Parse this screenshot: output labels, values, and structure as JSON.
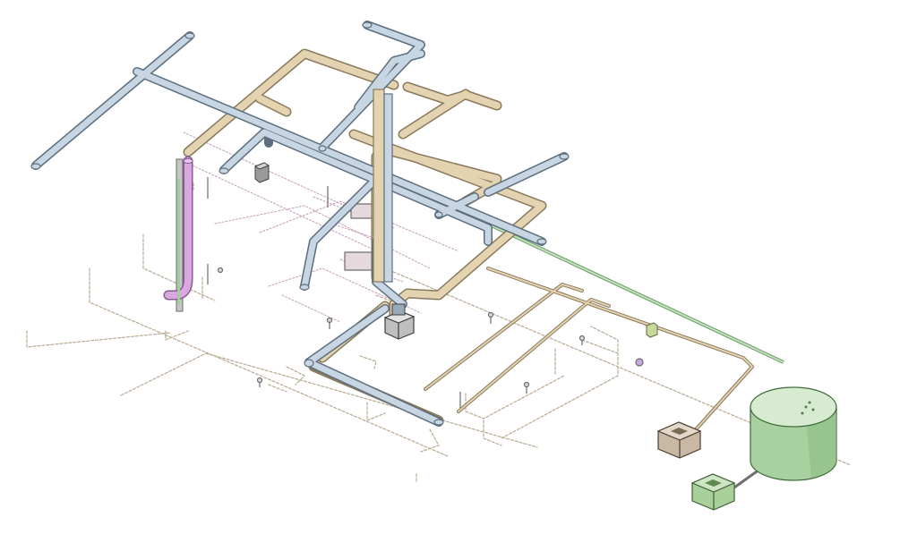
{
  "colors": {
    "background": "#ffffff",
    "supply_duct_fill": "#c8d6e3",
    "supply_duct_edge": "#5d6f7e",
    "return_duct_fill": "#e3d3b0",
    "return_duct_edge": "#8a7a5c",
    "vent_pipe": "#d9a8e0",
    "gas_line": "#9fcf9a",
    "plumbing_dashed": "#b9a98f",
    "waterline_dashed": "#c79ab8",
    "tank_fill": "#b8d9b0",
    "tank_edge": "#4f7f4a",
    "pit_tan": "#d3c4b0",
    "pit_green": "#b6d8a8",
    "equipment": "#bfbfbf"
  },
  "components": [
    {
      "name": "supply-duct-network",
      "icon": "duct-icon"
    },
    {
      "name": "return-duct-network",
      "icon": "duct-icon"
    },
    {
      "name": "vent-stack",
      "icon": "pipe-icon"
    },
    {
      "name": "air-handler-unit",
      "icon": "box-icon"
    },
    {
      "name": "storage-tank",
      "icon": "cylinder-icon"
    },
    {
      "name": "inspection-chamber-tan",
      "icon": "pit-icon"
    },
    {
      "name": "inspection-chamber-green",
      "icon": "pit-icon"
    },
    {
      "name": "gas-line",
      "icon": "line-icon"
    },
    {
      "name": "drainage-network",
      "icon": "dashed-line-icon"
    }
  ]
}
